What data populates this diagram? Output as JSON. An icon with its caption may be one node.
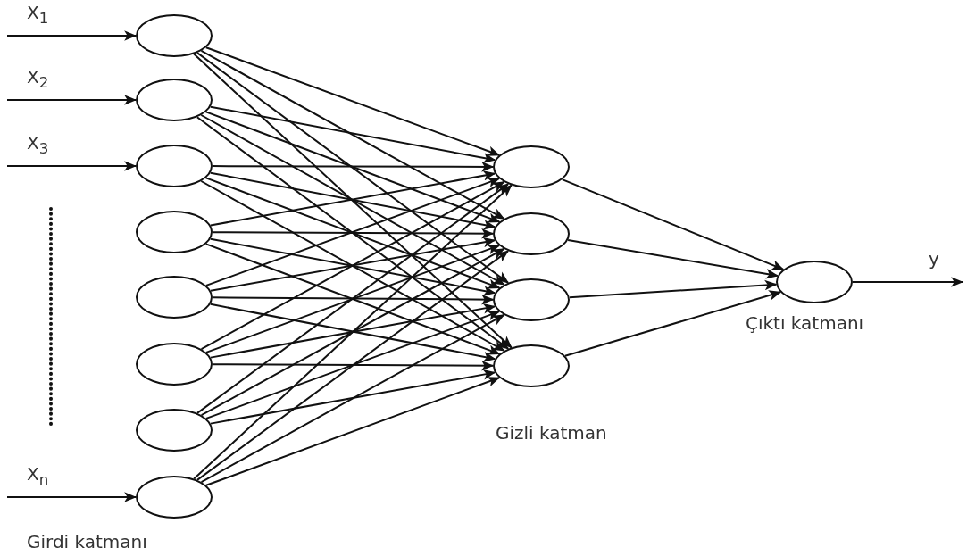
{
  "diagram": {
    "nodes": [
      {
        "text": [],
        "shape": "circle"
      },
      {
        "text": [],
        "shape": "circle"
      },
      {
        "text": [],
        "shape": "circle"
      },
      {
        "text": [],
        "shape": "circle"
      },
      {
        "text": [],
        "shape": "circle"
      },
      {
        "text": [],
        "shape": "circle"
      },
      {
        "text": [],
        "shape": "circle"
      },
      {
        "text": [],
        "shape": "circle"
      },
      {
        "text": [],
        "shape": "circle"
      },
      {
        "text": [],
        "shape": "circle"
      },
      {
        "text": [],
        "shape": "circle"
      },
      {
        "text": [],
        "shape": "circle"
      },
      {
        "text": [],
        "shape": "circle"
      }
    ],
    "edges": [
      {
        "from": null,
        "to": 0,
        "arrow": "to",
        "label": "X$_{1}$"
      },
      {
        "from": null,
        "to": 1,
        "arrow": "to",
        "label": "X$_{2}$"
      },
      {
        "from": null,
        "to": 2,
        "arrow": "to",
        "label": "X$_{3}$"
      },
      {
        "from": null,
        "to": 7,
        "arrow": "to",
        "label": "X$_{n}$"
      },
      {
        "from": 0,
        "to": 8,
        "arrow": "to"
      },
      {
        "from": 0,
        "to": 9,
        "arrow": "to"
      },
      {
        "from": 0,
        "to": 10,
        "arrow": "to"
      },
      {
        "from": 0,
        "to": 11,
        "arrow": "to"
      },
      {
        "from": 1,
        "to": 8,
        "arrow": "to"
      },
      {
        "from": 1,
        "to": 9,
        "arrow": "to"
      },
      {
        "from": 1,
        "to": 10,
        "arrow": "to"
      },
      {
        "from": 1,
        "to": 11,
        "arrow": "to"
      },
      {
        "from": 2,
        "to": 8,
        "arrow": "to"
      },
      {
        "from": 2,
        "to": 9,
        "arrow": "to"
      },
      {
        "from": 2,
        "to": 10,
        "arrow": "to"
      },
      {
        "from": 2,
        "to": 11,
        "arrow": "to"
      },
      {
        "from": 3,
        "to": 8,
        "arrow": "to"
      },
      {
        "from": 3,
        "to": 9,
        "arrow": "to"
      },
      {
        "from": 3,
        "to": 10,
        "arrow": "to"
      },
      {
        "from": 3,
        "to": 11,
        "arrow": "to"
      },
      {
        "from": 4,
        "to": 8,
        "arrow": "to"
      },
      {
        "from": 4,
        "to": 9,
        "arrow": "to"
      },
      {
        "from": 4,
        "to": 10,
        "arrow": "to"
      },
      {
        "from": 4,
        "to": 11,
        "arrow": "to"
      },
      {
        "from": 5,
        "to": 8,
        "arrow": "to"
      },
      {
        "from": 5,
        "to": 9,
        "arrow": "to"
      },
      {
        "from": 5,
        "to": 10,
        "arrow": "to"
      },
      {
        "from": 5,
        "to": 11,
        "arrow": "to"
      },
      {
        "from": 6,
        "to": 8,
        "arrow": "to"
      },
      {
        "from": 6,
        "to": 9,
        "arrow": "to"
      },
      {
        "from": 6,
        "to": 10,
        "arrow": "to"
      },
      {
        "from": 6,
        "to": 11,
        "arrow": "to"
      },
      {
        "from": 7,
        "to": 8,
        "arrow": "to"
      },
      {
        "from": 7,
        "to": 9,
        "arrow": "to"
      },
      {
        "from": 7,
        "to": 10,
        "arrow": "to"
      },
      {
        "from": 7,
        "to": 11,
        "arrow": "to"
      },
      {
        "from": 8,
        "to": 12,
        "arrow": "to"
      },
      {
        "from": 9,
        "to": 12,
        "arrow": "to"
      },
      {
        "from": 10,
        "to": 12,
        "arrow": "to"
      },
      {
        "from": 11,
        "to": 12,
        "arrow": "to"
      },
      {
        "from": 12,
        "to": null,
        "arrow": "to",
        "label": "y"
      }
    ],
    "labels": [
      "Çıktı katmanı",
      "Gizli katman",
      "Girdi katmanı"
    ]
  }
}
